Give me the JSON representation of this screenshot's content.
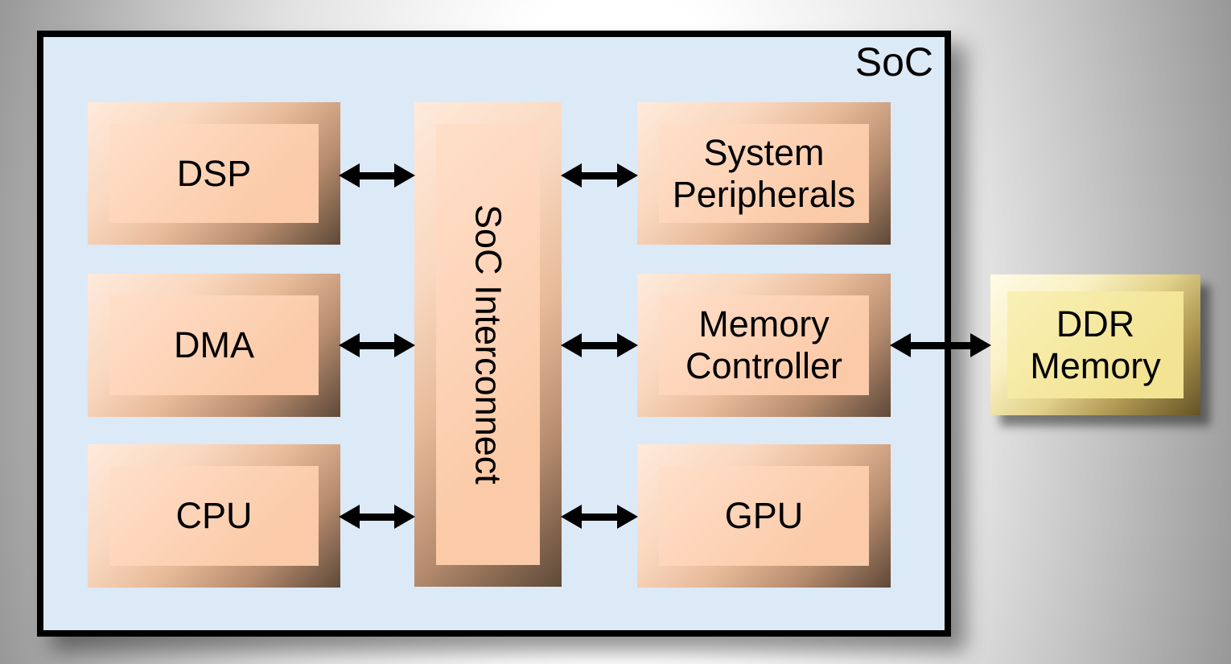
{
  "diagram": {
    "type": "soc-block-diagram",
    "outer_box_label": "SoC",
    "blocks": {
      "dsp": {
        "label": "DSP"
      },
      "dma": {
        "label": "DMA"
      },
      "cpu": {
        "label": "CPU"
      },
      "interconnect": {
        "label": "SoC Interconnect",
        "orientation": "vertical"
      },
      "peripherals": {
        "label": "System Peripherals"
      },
      "memctrl": {
        "label": "Memory Controller"
      },
      "gpu": {
        "label": "GPU"
      },
      "ddr": {
        "label": "DDR Memory",
        "location": "outside-soc"
      }
    },
    "connections": [
      {
        "from": "DSP",
        "to": "SoC Interconnect",
        "type": "bidirectional"
      },
      {
        "from": "DMA",
        "to": "SoC Interconnect",
        "type": "bidirectional"
      },
      {
        "from": "CPU",
        "to": "SoC Interconnect",
        "type": "bidirectional"
      },
      {
        "from": "SoC Interconnect",
        "to": "System Peripherals",
        "type": "bidirectional"
      },
      {
        "from": "SoC Interconnect",
        "to": "Memory Controller",
        "type": "bidirectional"
      },
      {
        "from": "SoC Interconnect",
        "to": "GPU",
        "type": "bidirectional"
      },
      {
        "from": "Memory Controller",
        "to": "DDR Memory",
        "type": "bidirectional"
      }
    ],
    "colors": {
      "soc_fill": "#dce9f7",
      "soc_border": "#000000",
      "block_fill_peach": "#fccfb0",
      "block_fill_yellow": "#f3e79e",
      "arrow": "#000000",
      "text": "#000000",
      "background_gray": "#989898"
    }
  }
}
